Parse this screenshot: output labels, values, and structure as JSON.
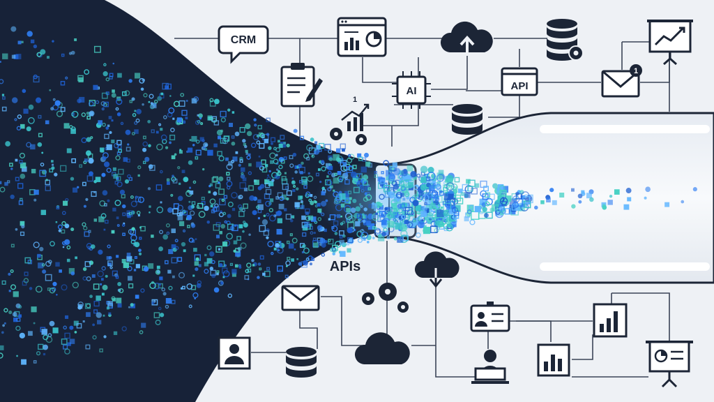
{
  "labels": {
    "crm": "CRM",
    "ai": "AI",
    "api": "API",
    "apis": "APIs",
    "badge": "1",
    "growth_badge": "1"
  },
  "colors": {
    "dark_flow": "#172238",
    "line": "#3a4456",
    "icon": "#1c2536",
    "particle_blue": "#2e7df2",
    "particle_cyan": "#39c1c9",
    "particle_light": "#5fb6ff",
    "pipe_fill": "#f7f9fc"
  },
  "icons": [
    "crm-chat-icon",
    "dashboard-icon",
    "cloud-upload-icon",
    "database-gear-icon",
    "presentation-growth-icon",
    "clipboard-icon",
    "ai-chip-icon",
    "api-window-icon",
    "mail-notification-icon",
    "growth-gears-icon",
    "database-icon",
    "mail-icon",
    "user-photo-icon",
    "database-bottom-icon",
    "cloud-download-icon",
    "gears-icon",
    "cloud-icon",
    "id-card-icon",
    "user-laptop-icon",
    "bar-chart-icon",
    "bar-chart-small-icon",
    "presentation-pie-icon"
  ]
}
